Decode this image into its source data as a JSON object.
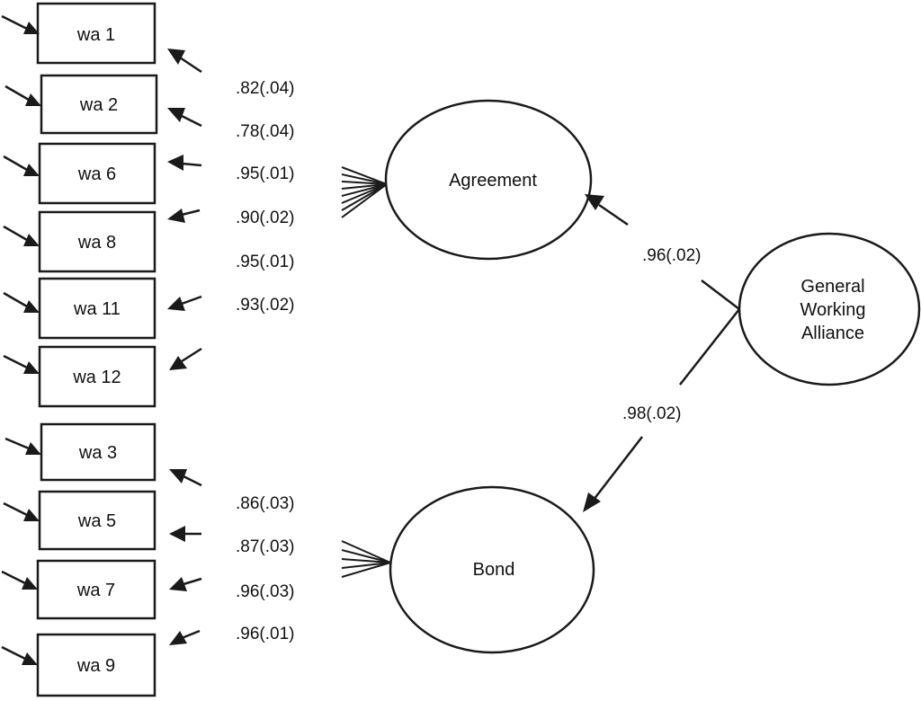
{
  "indicators": [
    {
      "id": "wa1",
      "label": "wa 1"
    },
    {
      "id": "wa2",
      "label": "wa 2"
    },
    {
      "id": "wa6",
      "label": "wa 6"
    },
    {
      "id": "wa8",
      "label": "wa 8"
    },
    {
      "id": "wa11",
      "label": "wa 11"
    },
    {
      "id": "wa12",
      "label": "wa 12"
    },
    {
      "id": "wa3",
      "label": "wa 3"
    },
    {
      "id": "wa5",
      "label": "wa 5"
    },
    {
      "id": "wa7",
      "label": "wa 7"
    },
    {
      "id": "wa9",
      "label": "wa 9"
    }
  ],
  "latents": {
    "agreement": {
      "label": "Agreement"
    },
    "bond": {
      "label": "Bond"
    },
    "general": {
      "line1": "General",
      "line2": "Working",
      "line3": "Alliance"
    }
  },
  "loadings_agreement": [
    ".82(.04)",
    ".78(.04)",
    ".95(.01)",
    ".90(.02)",
    ".95(.01)",
    ".93(.02)"
  ],
  "loadings_bond": [
    ".86(.03)",
    ".87(.03)",
    ".96(.03)",
    ".96(.01)"
  ],
  "structural": {
    "general_to_agreement": ".96(.02)",
    "general_to_bond": ".98(.02)"
  }
}
